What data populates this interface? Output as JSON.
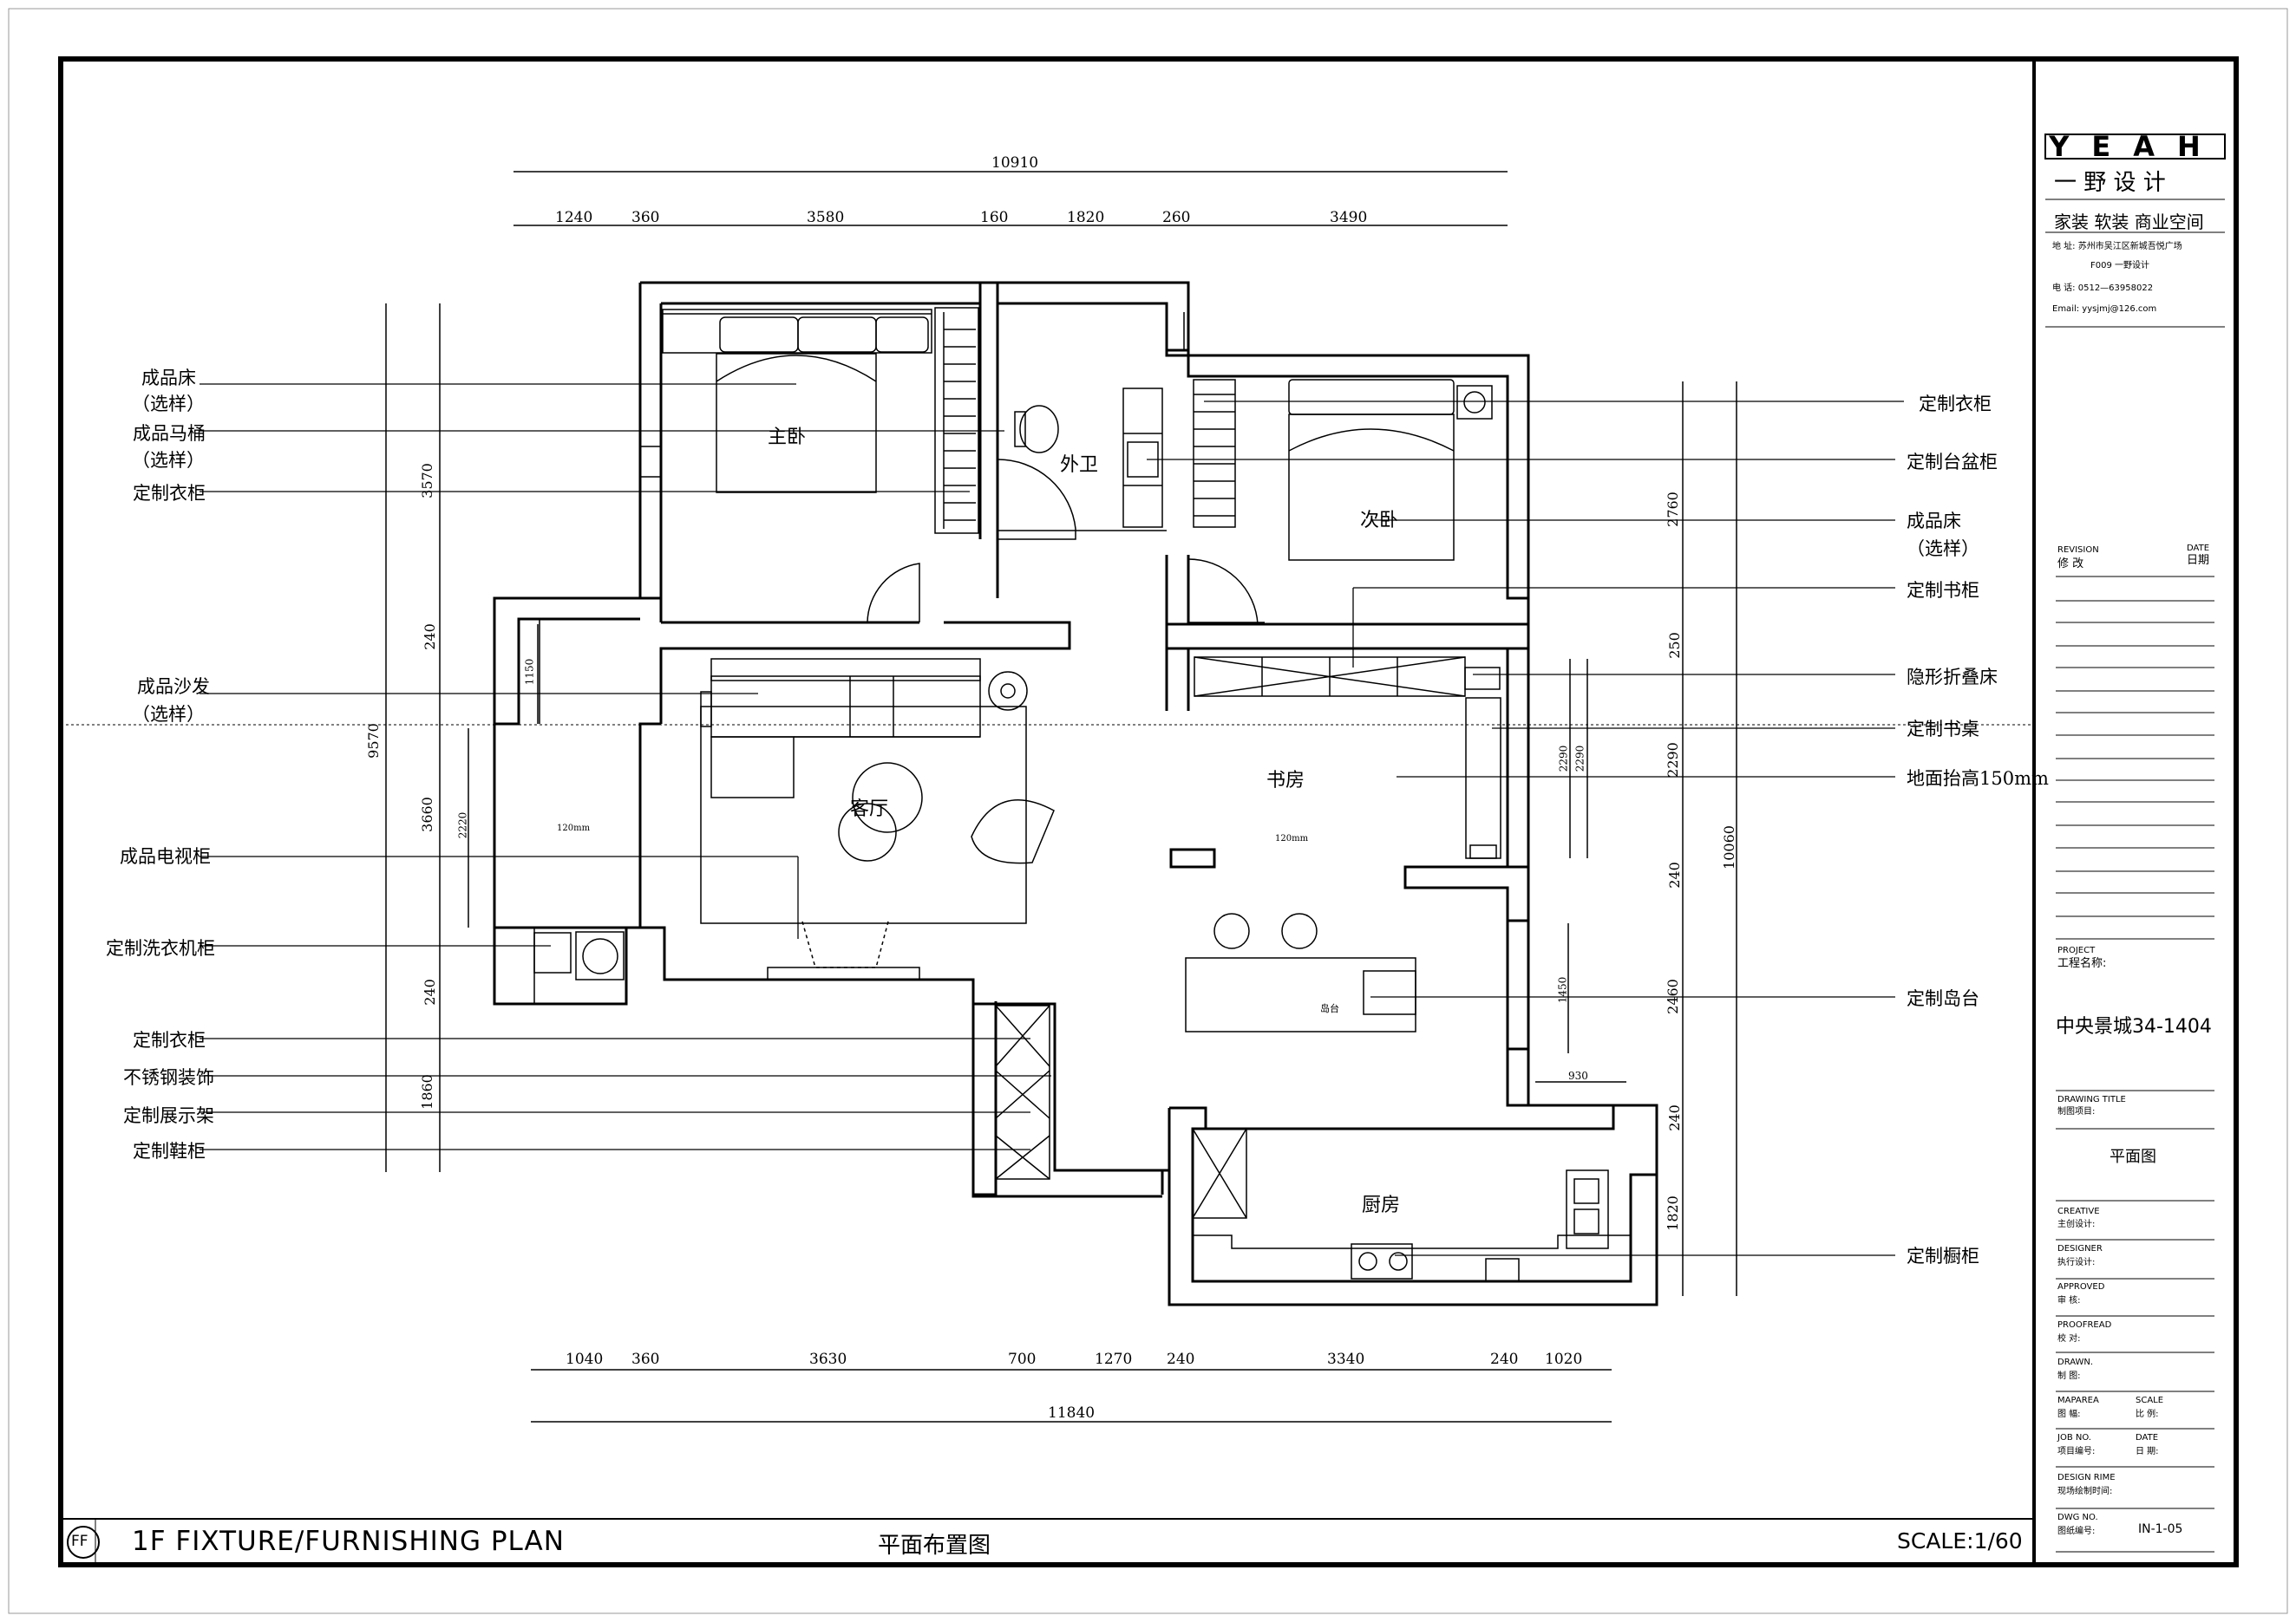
{
  "sheet": {
    "title_en": "1F FIXTURE/FURNISHING PLAN",
    "title_cn": "平面布置图",
    "scale": "SCALE:1/60",
    "ff": "FF"
  },
  "dimensions": {
    "top_total": "10910",
    "top": [
      "1240",
      "360",
      "3580",
      "160",
      "1820",
      "260",
      "3490"
    ],
    "bottom": [
      "1040",
      "360",
      "3630",
      "700",
      "1270",
      "240",
      "3340",
      "240",
      "1020"
    ],
    "bottom_total": "11840",
    "left": [
      "3570",
      "240",
      "3660",
      "240",
      "1860"
    ],
    "left_total": "9570",
    "left_small": [
      "1150",
      "2220"
    ],
    "right": [
      "2760",
      "250",
      "2290",
      "240",
      "2460",
      "240",
      "1820"
    ],
    "right_total": "10060",
    "inner": [
      "2290",
      "2290",
      "1450",
      "930"
    ],
    "floor_note": "120mm"
  },
  "rooms": {
    "master": "主卧",
    "bath": "外卫",
    "second": "次卧",
    "living": "客厅",
    "study": "书房",
    "kitchen": "厨房",
    "island": "岛台"
  },
  "left_labels": [
    "成品床",
    "（选样）",
    "成品马桶",
    "（选样）",
    "定制衣柜",
    "成品沙发",
    "（选样）",
    "成品电视柜",
    "定制洗衣机柜",
    "定制衣柜",
    "不锈钢装饰",
    "定制展示架",
    "定制鞋柜"
  ],
  "right_labels": [
    "定制衣柜",
    "定制台盆柜",
    "成品床",
    "（选样）",
    "定制书柜",
    "隐形折叠床",
    "定制书桌",
    "地面抬高150mm",
    "定制岛台",
    "定制橱柜"
  ],
  "title_block": {
    "logo_en": "YEAH",
    "logo_cn": "一 野 设 计",
    "services": "家装 软装 商业空间",
    "address": "地 址: 苏州市吴江区新城吾悦广场",
    "address2": "F009 一野设计",
    "phone": "电 话: 0512—63958022",
    "email": "Email: yysjmj@126.com",
    "revision": "REVISION",
    "revision_cn": "修 改",
    "date": "DATE",
    "date_cn": "日期",
    "project": "PROJECT",
    "project_cn": "工程名称:",
    "project_name": "中央景城34-1404",
    "drawing_title": "DRAWING TITLE",
    "drawing_title_cn": "制图项目:",
    "drawing_name": "平面图",
    "creative": "CREATIVE",
    "creative_cn": "主创设计:",
    "designer": "DESIGNER",
    "designer_cn": "执行设计:",
    "approved": "APPROVED",
    "approved_cn": "审  核:",
    "proofread": "PROOFREAD",
    "proofread_cn": "校  对:",
    "drawn": "DRAWN.",
    "drawn_cn": "制  图:",
    "maparea": "MAPAREA",
    "maparea_cn": "图  幅:",
    "scale": "SCALE",
    "scale_cn": "比  例:",
    "jobno": "JOB NO.",
    "jobno_cn": "项目编号:",
    "date2": "DATE",
    "date2_cn": "日  期:",
    "designtime": "DESIGN RIME",
    "designtime_cn": "现场绘制时间:",
    "dwgno": "DWG NO.",
    "dwgno_cn": "图纸编号:",
    "dwg_value": "IN-1-05"
  }
}
